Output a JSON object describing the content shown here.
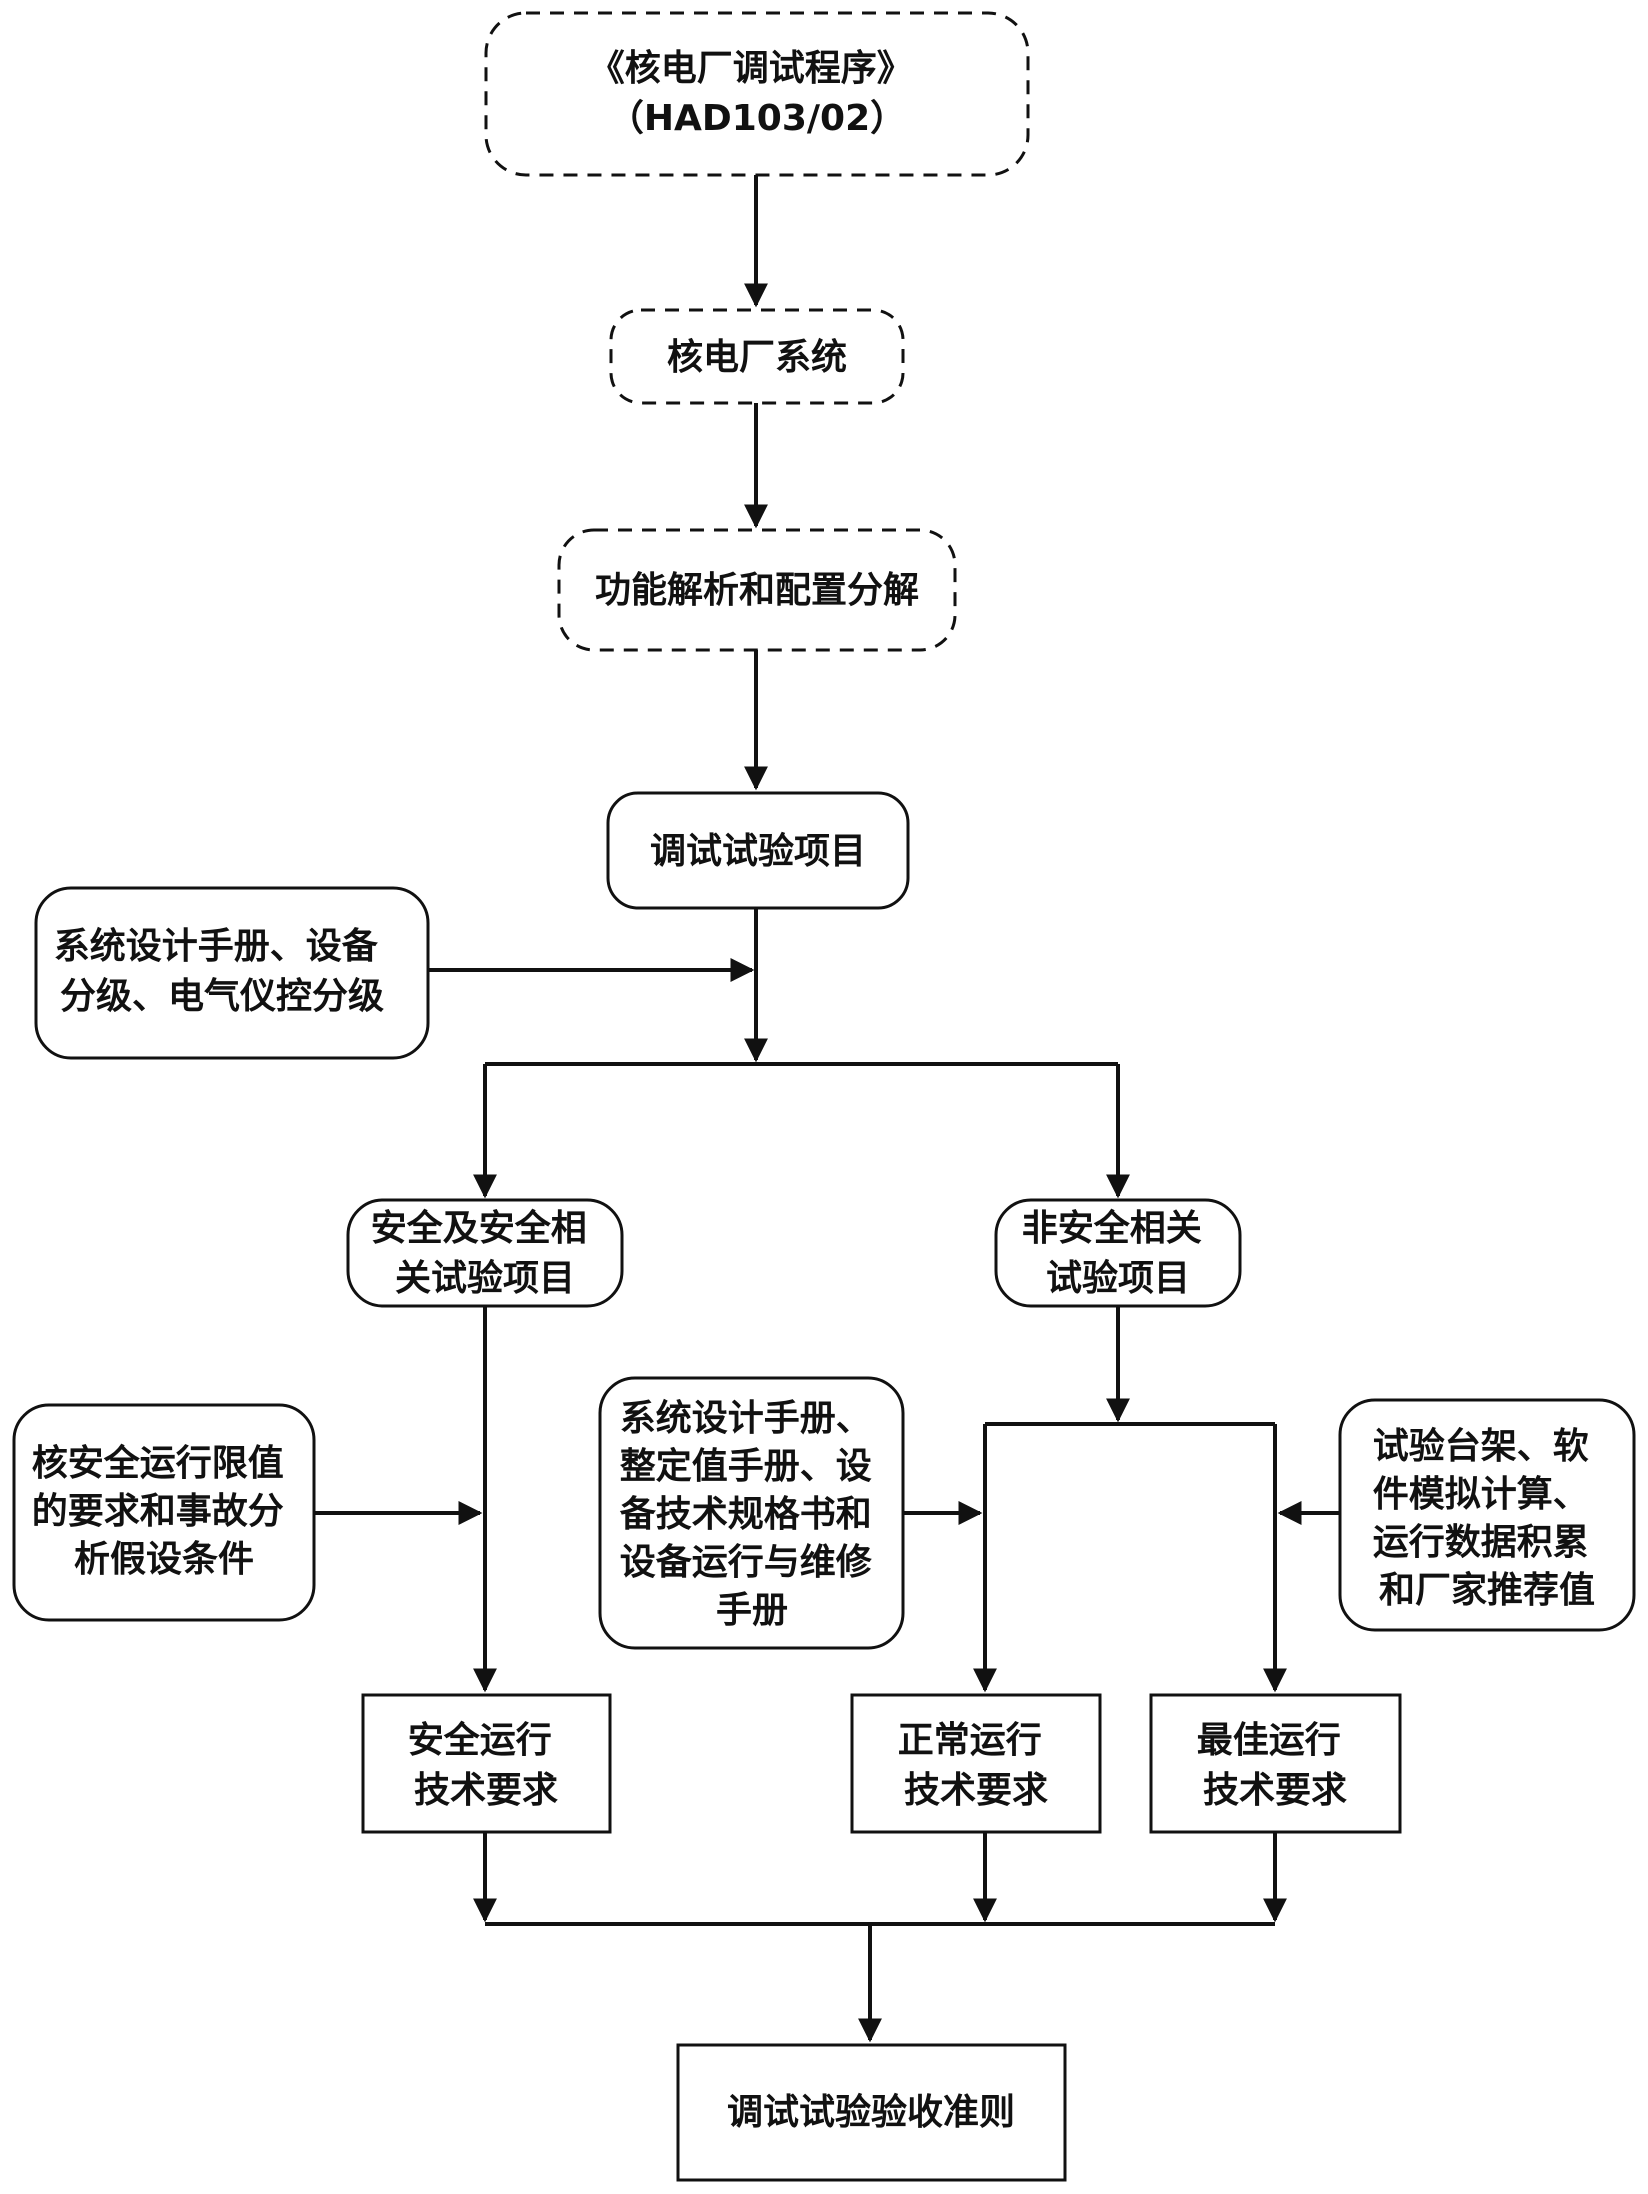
{
  "nodes": {
    "guide": {
      "lines": [
        "《核电厂调试程序》",
        "（HAD103/02）"
      ]
    },
    "plant_system": {
      "lines": [
        "核电厂系统"
      ]
    },
    "function_analysis": {
      "lines": [
        "功能解析和配置分解"
      ]
    },
    "test_items": {
      "lines": [
        "调试试验项目"
      ]
    },
    "design_manual_input": {
      "lines": [
        "系统设计手册、设备",
        "分级、电气仪控分级"
      ]
    },
    "safety_items": {
      "lines": [
        "安全及安全相",
        "关试验项目"
      ]
    },
    "non_safety_items": {
      "lines": [
        "非安全相关",
        "试验项目"
      ]
    },
    "safety_limits_input": {
      "lines": [
        "核安全运行限值",
        "的要求和事故分",
        "析假设条件"
      ]
    },
    "manuals_input": {
      "lines": [
        "系统设计手册、",
        "整定值手册、设",
        "备技术规格书和",
        "设备运行与维修",
        "手册"
      ]
    },
    "bench_input": {
      "lines": [
        "试验台架、软",
        "件模拟计算、",
        "运行数据积累",
        "和厂家推荐值"
      ]
    },
    "safe_op_req": {
      "lines": [
        "安全运行",
        "技术要求"
      ]
    },
    "normal_op_req": {
      "lines": [
        "正常运行",
        "技术要求"
      ]
    },
    "best_op_req": {
      "lines": [
        "最佳运行",
        "技术要求"
      ]
    },
    "acceptance": {
      "lines": [
        "调试试验验收准则"
      ]
    }
  }
}
